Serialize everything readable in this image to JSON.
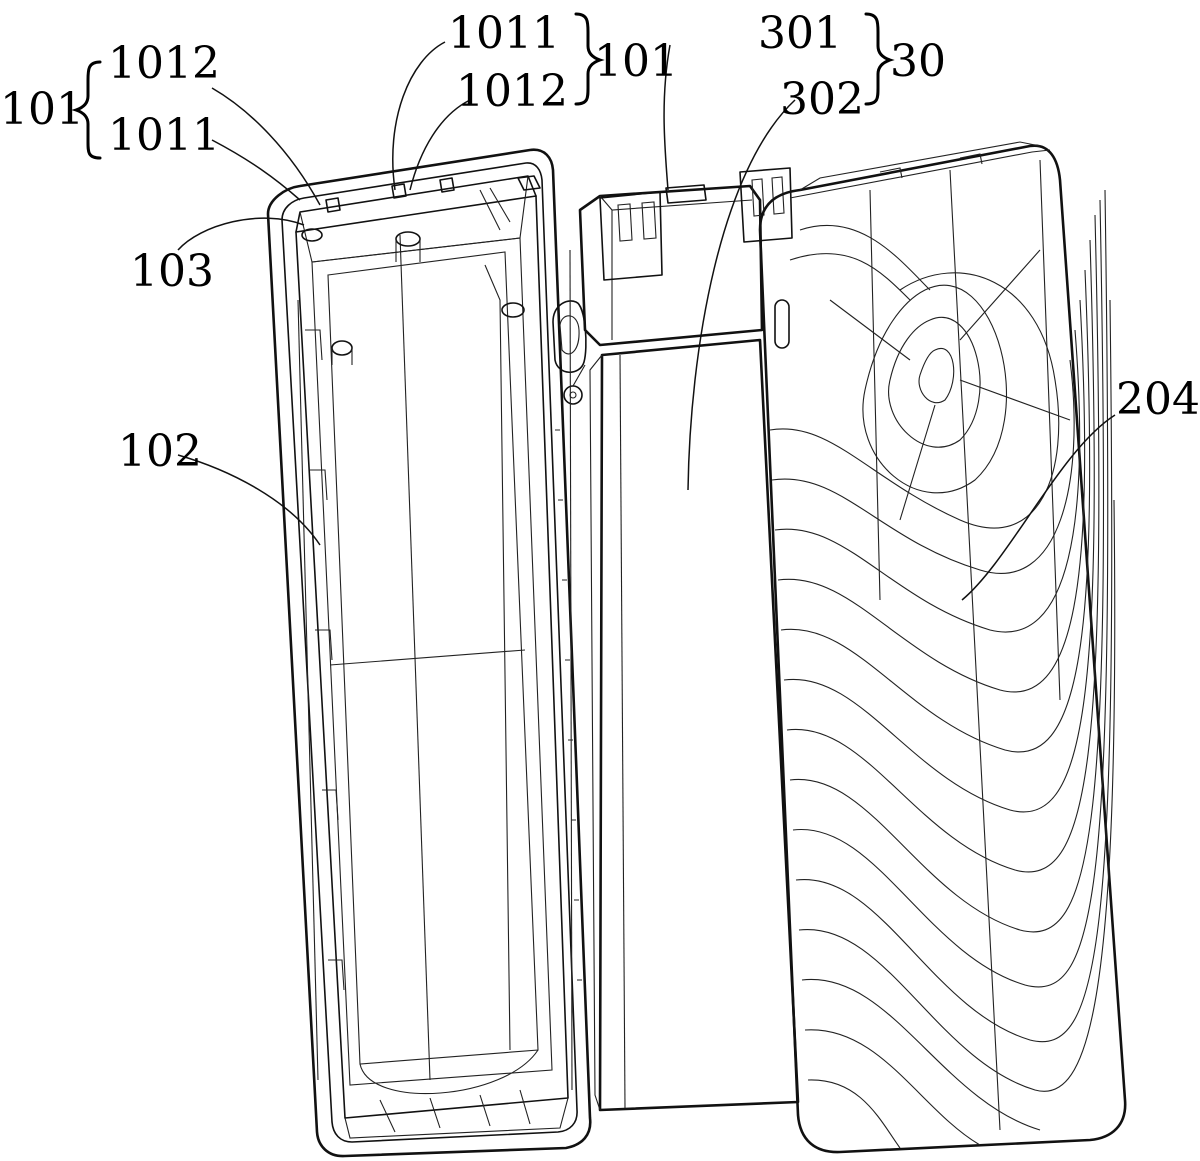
{
  "labels": {
    "left_group_ref": "101",
    "left_group_top": "1012",
    "left_group_bottom": "1011",
    "mid_group_top": "1011",
    "mid_group_bottom": "1012",
    "mid_group_ref": "101",
    "r301": "301",
    "r302": "302",
    "r30": "30",
    "r103": "103",
    "r102": "102",
    "r204": "204"
  }
}
